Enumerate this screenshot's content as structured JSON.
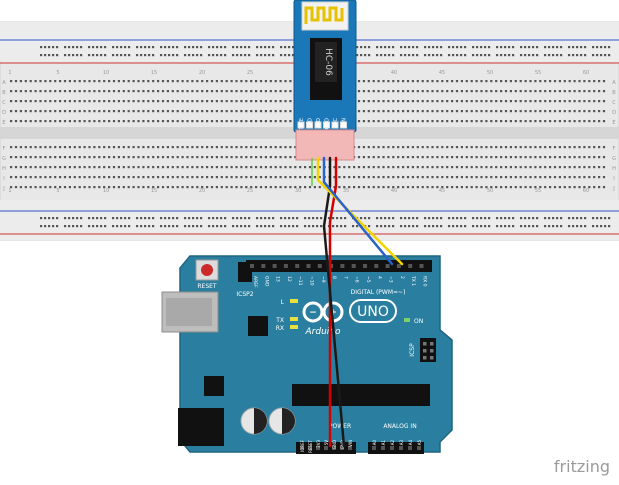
{
  "module": {
    "name": "HC-06",
    "pins": [
      "STATE",
      "RXD",
      "TXD",
      "GND",
      "VCC",
      "EN"
    ]
  },
  "breadboard": {
    "column_numbers": [
      "1",
      "5",
      "10",
      "15",
      "20",
      "25",
      "30",
      "35",
      "40",
      "45",
      "50",
      "55",
      "60"
    ],
    "row_letters": [
      "A",
      "B",
      "C",
      "D",
      "E",
      "F",
      "G",
      "H",
      "I",
      "J"
    ]
  },
  "arduino": {
    "logo_text": "Arduino",
    "model": "UNO",
    "reset_label": "RESET",
    "icsp2_label": "ICSP2",
    "icsp_label": "ICSP",
    "on_label": "ON",
    "l_label": "L",
    "tx_label": "TX",
    "rx_label": "RX",
    "digital_label": "DIGITAL (PWM=~)",
    "power_label": "POWER",
    "analog_label": "ANALOG IN",
    "top_header_labels": [
      "AREF",
      "GND",
      "13",
      "12",
      "~11",
      "~10",
      "~9",
      "8",
      "7",
      "~6",
      "~5",
      "4",
      "~3",
      "2",
      "TX 1",
      "RX 0"
    ],
    "power_header_labels": [
      "IOREF",
      "RESET",
      "3V3",
      "5V",
      "GND",
      "GND",
      "VIN"
    ],
    "analog_header_labels": [
      "A0",
      "A1",
      "A2",
      "A3",
      "A4",
      "A5"
    ]
  },
  "wires": [
    {
      "name": "vcc-to-5v",
      "color": "#d40000"
    },
    {
      "name": "gnd-to-gnd",
      "color": "#1a1a1a"
    },
    {
      "name": "txd-to-rx0",
      "color": "#f2d400"
    },
    {
      "name": "rxd-to-tx1",
      "color": "#2a62c8"
    }
  ],
  "colors": {
    "board": "#2a7fa0",
    "board_dark": "#1f6480",
    "module": "#1a78b8",
    "breadboard": "#e6e6e6",
    "rail_red": "#cc3333",
    "rail_blue": "#3355cc"
  },
  "watermark": "fritzing"
}
